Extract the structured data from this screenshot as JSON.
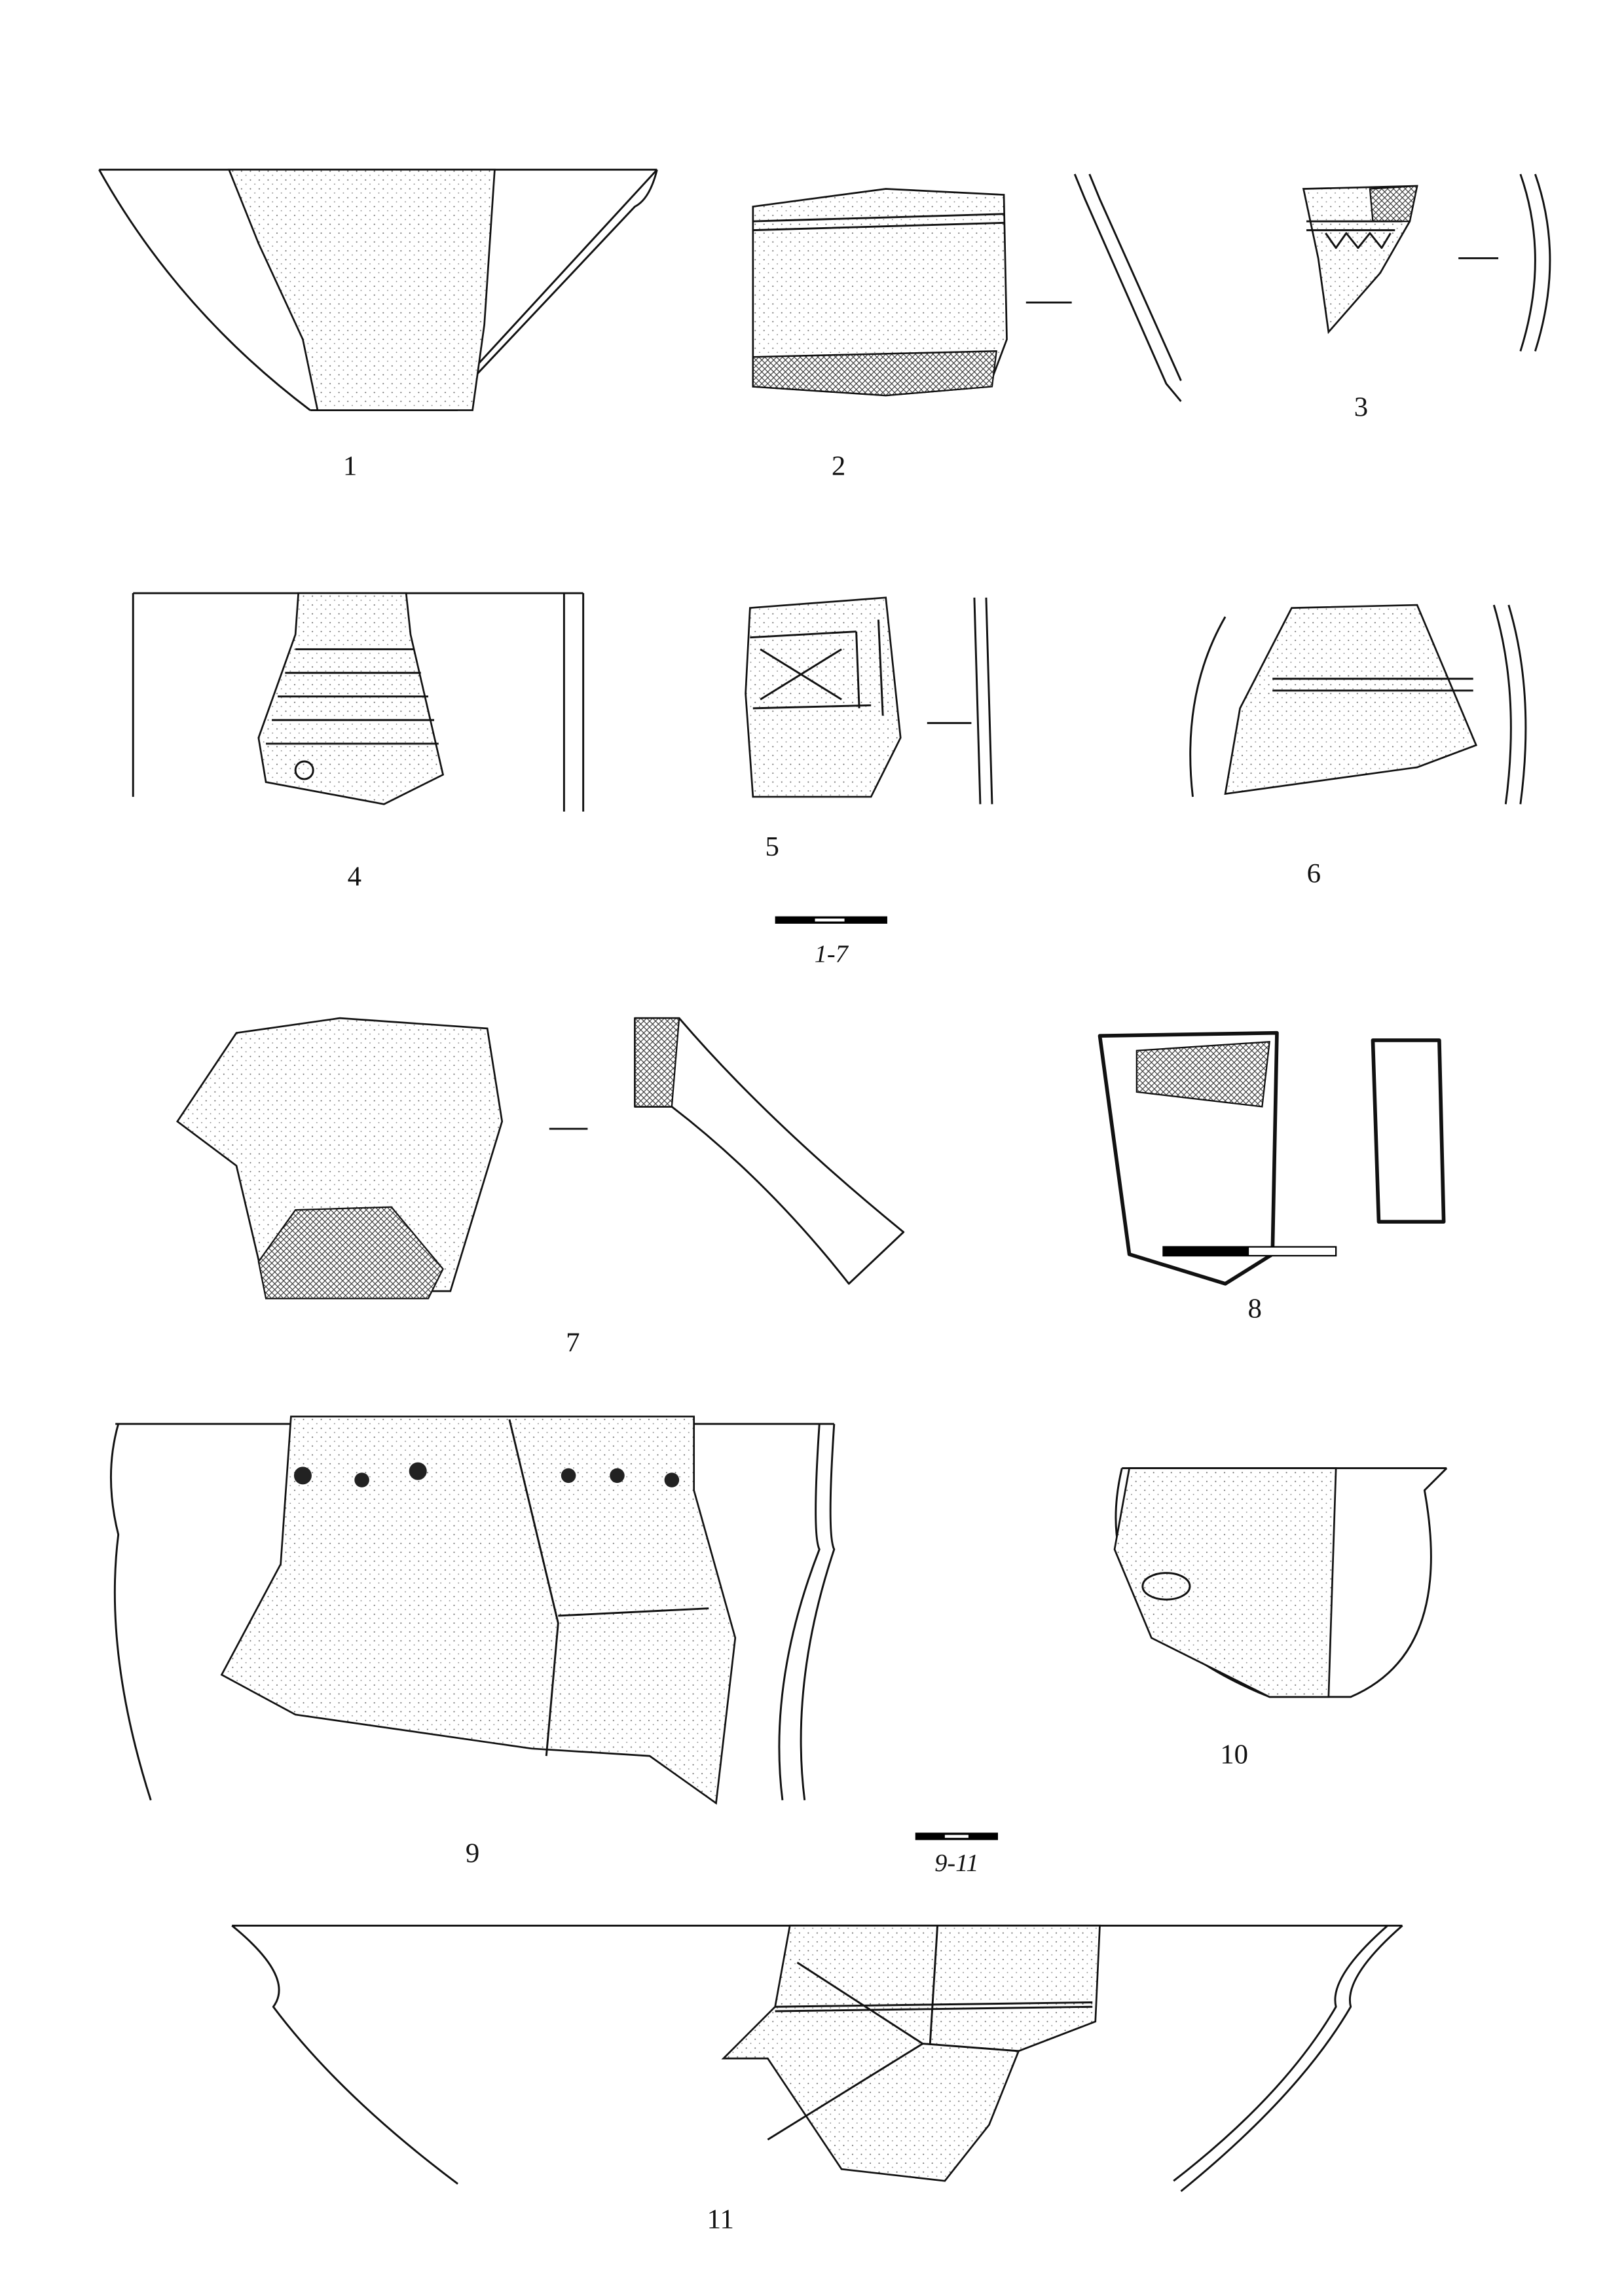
{
  "plate": {
    "figures": [
      {
        "label": "1"
      },
      {
        "label": "2"
      },
      {
        "label": "3"
      },
      {
        "label": "4"
      },
      {
        "label": "5"
      },
      {
        "label": "6"
      },
      {
        "label": "7"
      },
      {
        "label": "8"
      },
      {
        "label": "9"
      },
      {
        "label": "10"
      },
      {
        "label": "11"
      }
    ],
    "scale_bars": [
      {
        "label": "1-7"
      },
      {
        "label": "9-11"
      }
    ]
  }
}
